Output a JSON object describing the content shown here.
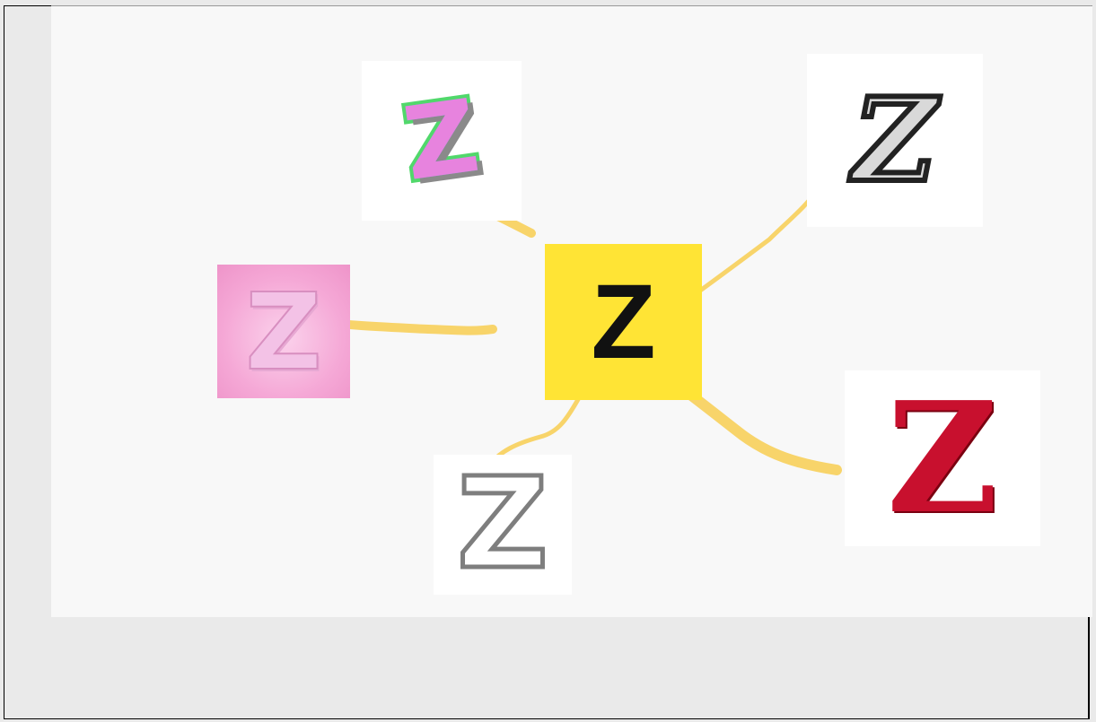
{
  "center": {
    "letter": "Z"
  },
  "tiles": [
    {
      "letter": "Z",
      "style": "colorful-layered"
    },
    {
      "letter": "Z",
      "style": "ornate-silver"
    },
    {
      "letter": "Z",
      "style": "pink-bubble"
    },
    {
      "letter": "Z",
      "style": "chrome-outline"
    },
    {
      "letter": "Z",
      "style": "red-roses"
    }
  ],
  "colors": {
    "connector": "#f8d46a",
    "center_box": "#ffe435",
    "canvas": "#f8f8f8",
    "frame": "#eaeaea"
  }
}
